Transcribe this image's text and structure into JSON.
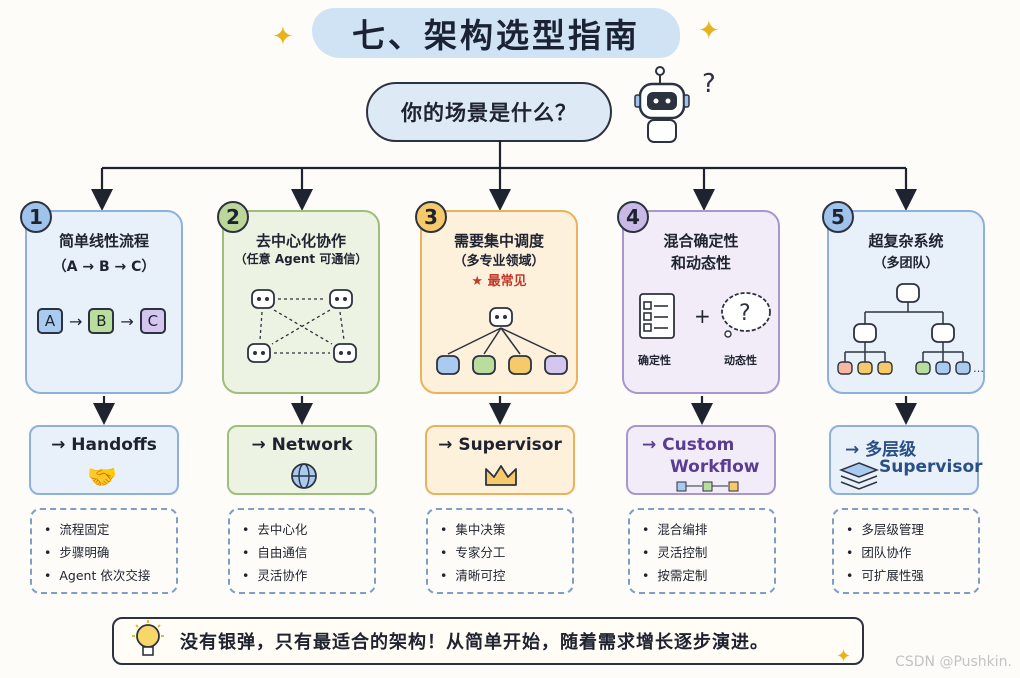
{
  "title": "七、架构选型指南",
  "question": "你的场景是什么？",
  "colors": {
    "card1": "#e8f0fa",
    "border1": "#8db0dc",
    "badge1": "#9fc3ea",
    "card2": "#edf3e2",
    "border2": "#9fbe7c",
    "badge2": "#bcd79a",
    "card3": "#fdf1dc",
    "border3": "#eab25c",
    "badge3": "#f6c96a",
    "card4": "#f1ecf8",
    "border4": "#a897cc",
    "badge4": "#c8b9e6",
    "card5": "#e8f0fa",
    "border5": "#8db0dc",
    "badge5": "#9fc3ea"
  },
  "cards": [
    {
      "num": "1",
      "title": "简单线性流程",
      "sub": "（A → B → C）",
      "flow": [
        "A",
        "B",
        "C"
      ]
    },
    {
      "num": "2",
      "title": "去中心化协作",
      "sub": "（任意 Agent 可通信）"
    },
    {
      "num": "3",
      "title": "需要集中调度",
      "sub": "（多专业领域）",
      "highlight": "最常见"
    },
    {
      "num": "4",
      "title": "混合确定性",
      "title2": "和动态性",
      "label_a": "确定性",
      "label_b": "动态性"
    },
    {
      "num": "5",
      "title": "超复杂系统",
      "sub": "（多团队）"
    }
  ],
  "architectures": [
    {
      "name": "→ Handoffs",
      "icon": "handshake-icon"
    },
    {
      "name": "→ Network",
      "icon": "globe-icon"
    },
    {
      "name": "→ Supervisor",
      "icon": "crown-icon"
    },
    {
      "name": "→ Custom",
      "name2": "Workflow",
      "icon": "workflow-icon"
    },
    {
      "name": "→ 多层级",
      "name2": "Supervisor",
      "icon": "layers-icon"
    }
  ],
  "features": [
    [
      "流程固定",
      "步骤明确",
      "Agent 依次交接"
    ],
    [
      "去中心化",
      "自由通信",
      "灵活协作"
    ],
    [
      "集中决策",
      "专家分工",
      "清晰可控"
    ],
    [
      "混合编排",
      "灵活控制",
      "按需定制"
    ],
    [
      "多层级管理",
      "团队协作",
      "可扩展性强"
    ]
  ],
  "footer": "没有银弹，只有最适合的架构！从简单开始，随着需求增长逐步演进。",
  "watermark": "CSDN @Pushkin."
}
